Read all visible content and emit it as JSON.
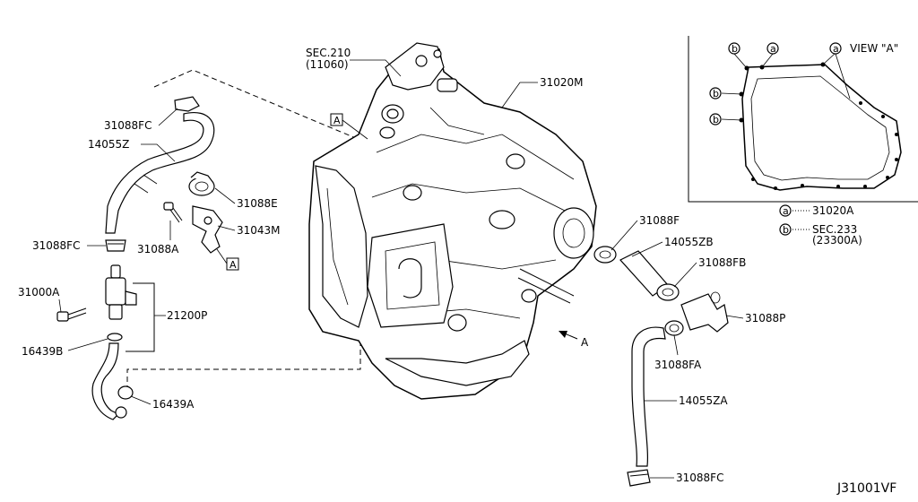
{
  "parts": {
    "sec210": "SEC.210",
    "sec210_sub": "(11060)",
    "p31020M": "31020M",
    "p31088FC_top": "31088FC",
    "p14055Z": "14055Z",
    "p31088E": "31088E",
    "p31043M": "31043M",
    "p31088FC_left": "31088FC",
    "p31088A": "31088A",
    "p31000A": "31000A",
    "p21200P": "21200P",
    "p16439B": "16439B",
    "p16439A": "16439A",
    "p31088F": "31088F",
    "p14055ZB": "14055ZB",
    "p31088FB": "31088FB",
    "p31088P": "31088P",
    "p31088FA": "31088FA",
    "p14055ZA": "14055ZA",
    "p31088FC_bottom": "31088FC"
  },
  "refs": {
    "box_a_main": "A",
    "box_a_left": "A",
    "arrow_a": "A"
  },
  "view": {
    "title": "VIEW \"A\"",
    "marker_a": "a",
    "marker_b": "b",
    "legend_a_part": "31020A",
    "legend_b_part": "SEC.233",
    "legend_b_sub": "(23300A)"
  },
  "footer": {
    "code": "J31001VF"
  }
}
